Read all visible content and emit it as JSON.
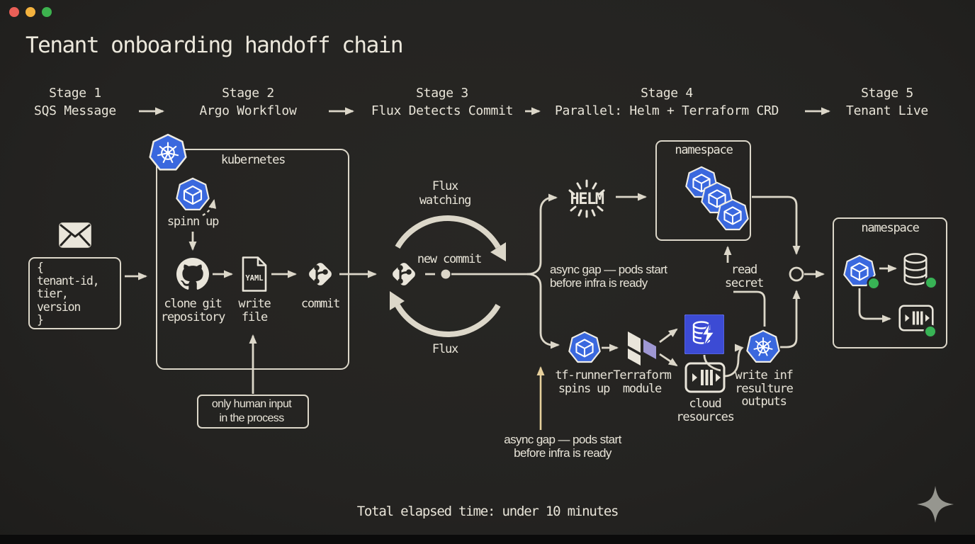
{
  "title": "Tenant onboarding handoff chain",
  "stages": [
    {
      "label": "Stage 1",
      "sublabel": "SQS Message"
    },
    {
      "label": "Stage 2",
      "sublabel": "Argo Workflow"
    },
    {
      "label": "Stage 3",
      "sublabel": "Flux Detects Commit"
    },
    {
      "label": "Stage 4",
      "sublabel": "Parallel: Helm + Terraform CRD"
    },
    {
      "label": "Stage 5",
      "sublabel": "Tenant Live"
    }
  ],
  "payload": {
    "lines": [
      "{",
      "  tenant-id,",
      "  tier,",
      "  version",
      "}"
    ]
  },
  "kubernetes": {
    "box_label": "kubernetes",
    "spin_up": "spinn up",
    "clone_git": [
      "clone git",
      "repository"
    ],
    "write_file": [
      "write",
      "file"
    ],
    "commit": "commit"
  },
  "human_note": [
    "only human input",
    "in the process"
  ],
  "flux": {
    "watching": [
      "Flux",
      "watching"
    ],
    "new_commit": "new commit",
    "name": "Flux"
  },
  "helm_logo": "HELM",
  "yaml_badge": "YAML",
  "namespace_helm": {
    "label": "namespace"
  },
  "namespace_tenant": {
    "label": "namespace"
  },
  "read_secret": [
    "read",
    "secret"
  ],
  "async_note_top": [
    "async gap — pods start",
    "before infra is ready"
  ],
  "async_note_bottom": [
    "async gap — pods start",
    "before infra is ready"
  ],
  "terraform_branch": {
    "tf_runner": [
      "tf-runner",
      "spins up"
    ],
    "module": [
      "Terraform",
      "module"
    ],
    "cloud": [
      "cloud",
      "resources"
    ],
    "write_outputs": [
      "write inf",
      "resulture",
      "outputs"
    ]
  },
  "footer": {
    "total_time": "Total elapsed time: under 10 minutes"
  },
  "colors": {
    "background": "#252422",
    "ink": "#e8e4d8",
    "line": "#dcd7c9",
    "blue": "#3a68de",
    "indigo": "#3c4bd4",
    "lavender": "#9e97d3",
    "green": "#38b355",
    "yellow": "#e6d09c"
  }
}
